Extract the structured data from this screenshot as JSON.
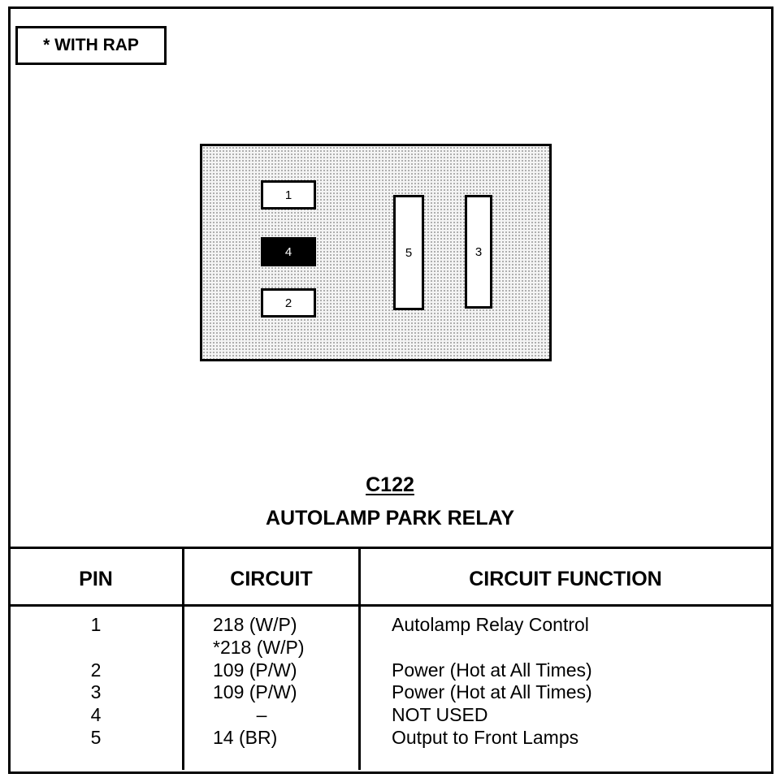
{
  "legend": {
    "text": "*  WITH RAP"
  },
  "connector": {
    "id": "C122",
    "name": "AUTOLAMP PARK RELAY",
    "pins": [
      {
        "label": "1",
        "filled": false
      },
      {
        "label": "4",
        "filled": true
      },
      {
        "label": "2",
        "filled": false
      },
      {
        "label": "5",
        "filled": false
      },
      {
        "label": "3",
        "filled": false
      }
    ]
  },
  "table": {
    "headers": [
      "PIN",
      "CIRCUIT",
      "CIRCUIT FUNCTION"
    ],
    "rows": [
      {
        "pin": "1",
        "circuit": "218 (W/P)",
        "function": "Autolamp Relay Control"
      },
      {
        "pin": "",
        "circuit": "*218 (W/P)",
        "function": ""
      },
      {
        "pin": "2",
        "circuit": "109 (P/W)",
        "function": "Power (Hot at All Times)"
      },
      {
        "pin": "3",
        "circuit": "109 (P/W)",
        "function": "Power (Hot at All Times)"
      },
      {
        "pin": "4",
        "circuit": "–",
        "function": "NOT USED"
      },
      {
        "pin": "5",
        "circuit": "14 (BR)",
        "function": "Output to Front Lamps"
      }
    ]
  }
}
